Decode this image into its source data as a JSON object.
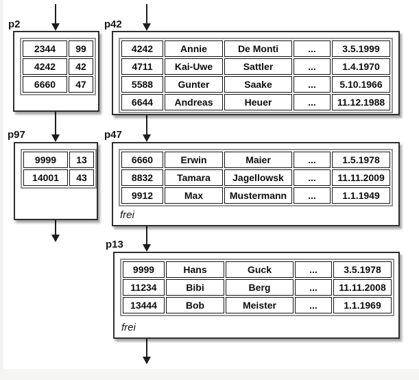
{
  "diagram": {
    "title": "b-tree-page-structure",
    "colors": {
      "box_border": "#2e2e2e",
      "table_frame": "#929292",
      "cell_border": "#101010",
      "text": "#0c0c0c",
      "arrow": "#1c1c1c"
    },
    "pages": {
      "p2": {
        "label": "p2",
        "rows": [
          [
            "2344",
            "99"
          ],
          [
            "4242",
            "42"
          ],
          [
            "6660",
            "47"
          ]
        ]
      },
      "p42": {
        "label": "p42",
        "rows": [
          [
            "4242",
            "Annie",
            "De Monti",
            "...",
            "3.5.1999"
          ],
          [
            "4711",
            "Kai-Uwe",
            "Sattler",
            "...",
            "1.4.1970"
          ],
          [
            "5588",
            "Gunter",
            "Saake",
            "...",
            "5.10.1966"
          ],
          [
            "6644",
            "Andreas",
            "Heuer",
            "...",
            "11.12.1988"
          ]
        ]
      },
      "p97": {
        "label": "p97",
        "rows": [
          [
            "9999",
            "13"
          ],
          [
            "14001",
            "43"
          ]
        ]
      },
      "p47": {
        "label": "p47",
        "rows": [
          [
            "6660",
            "Erwin",
            "Maier",
            "...",
            "1.5.1978"
          ],
          [
            "8832",
            "Tamara",
            "Jagellowsk",
            "...",
            "11.11.2009"
          ],
          [
            "9912",
            "Max",
            "Mustermann",
            "...",
            "1.1.1949"
          ]
        ],
        "free_label": "frei"
      },
      "p13": {
        "label": "p13",
        "rows": [
          [
            "9999",
            "Hans",
            "Guck",
            "...",
            "3.5.1978"
          ],
          [
            "11234",
            "Bibi",
            "Berg",
            "...",
            "11.11.2008"
          ],
          [
            "13444",
            "Bob",
            "Meister",
            "...",
            "1.1.1969"
          ]
        ],
        "free_label": "frei"
      }
    },
    "arrows": [
      "into-p2",
      "into-p42",
      "p2-to-p97",
      "p42-to-p47",
      "p97-out",
      "p47-to-p13",
      "p13-out"
    ]
  }
}
